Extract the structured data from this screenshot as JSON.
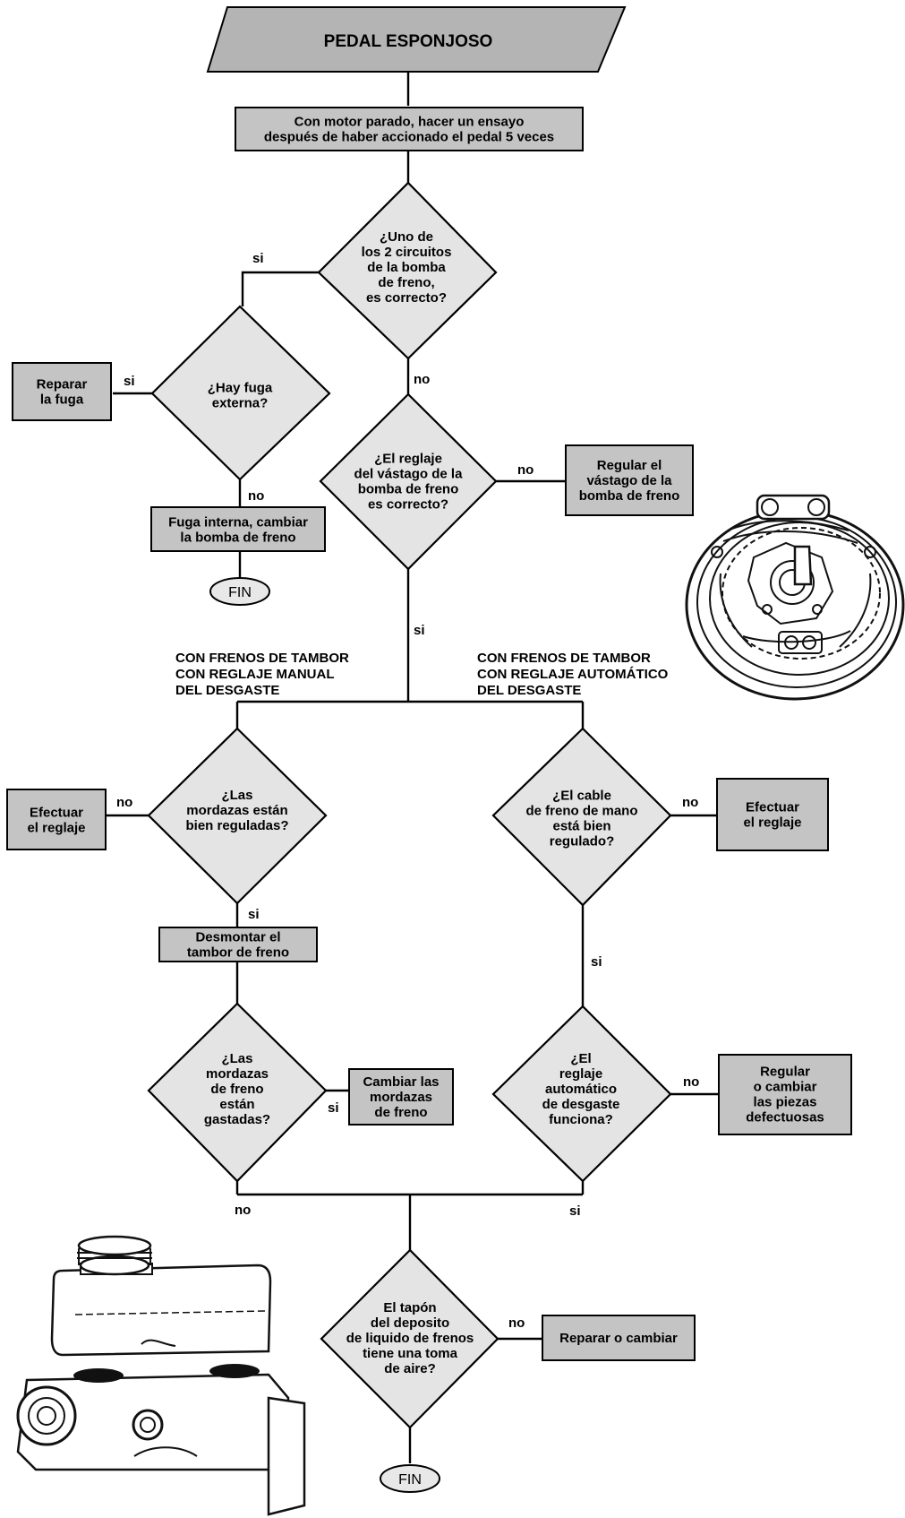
{
  "title": "PEDAL ESPONJOSO",
  "nodes": {
    "engine_test": [
      "Con motor parado, hacer un ensayo",
      "después de haber accionado el pedal 5 veces"
    ],
    "one_circuit": [
      "¿Uno de",
      "los 2 circuitos",
      "de la bomba",
      "de freno,",
      "es correcto?"
    ],
    "external_leak": [
      "¿Hay fuga",
      "externa?"
    ],
    "repair_leak": [
      "Reparar",
      "la fuga"
    ],
    "internal_leak": [
      "Fuga interna, cambiar",
      "la bomba de freno"
    ],
    "fin1": "FIN",
    "rod_adjust": [
      "¿El reglaje",
      "del vástago de la",
      "bomba de freno",
      "es correcto?"
    ],
    "adjust_rod": [
      "Regular el",
      "vástago de la",
      "bomba de freno"
    ],
    "shoes_adjusted": [
      "¿Las",
      "mordazas están",
      "bien reguladas?"
    ],
    "do_adjust_left": [
      "Efectuar",
      "el reglaje"
    ],
    "remove_drum": [
      "Desmontar el",
      "tambor de freno"
    ],
    "shoes_worn": [
      "¿Las",
      "mordazas",
      "de freno",
      "están",
      "gastadas?"
    ],
    "replace_shoes": [
      "Cambiar las",
      "mordazas",
      "de freno"
    ],
    "handbrake_cable": [
      "¿El cable",
      "de freno de mano",
      "está bien",
      "regulado?"
    ],
    "do_adjust_right": [
      "Efectuar",
      "el reglaje"
    ],
    "auto_adjust": [
      "¿El",
      "reglaje",
      "automático",
      "de desgaste",
      "funciona?"
    ],
    "adjust_parts": [
      "Regular",
      "o cambiar",
      "las piezas",
      "defectuosas"
    ],
    "reservoir_cap": [
      "El tapón",
      "del deposito",
      "de liquido de frenos",
      "tiene una toma",
      "de aire?"
    ],
    "repair_replace": "Reparar o cambiar",
    "fin2": "FIN"
  },
  "sections": {
    "manual": [
      "CON FRENOS DE TAMBOR",
      "CON REGLAJE MANUAL",
      "DEL DESGASTE"
    ],
    "automatic": [
      "CON FRENOS DE TAMBOR",
      "CON REGLAJE AUTOMÁTICO",
      "DEL DESGASTE"
    ]
  },
  "branches": {
    "one_circuit_yes": "si",
    "one_circuit_no": "no",
    "external_leak_yes": "si",
    "external_leak_no": "no",
    "rod_no": "no",
    "rod_yes": "si",
    "shoes_adjusted_no": "no",
    "shoes_adjusted_yes": "si",
    "shoes_worn_yes": "si",
    "shoes_worn_no": "no",
    "handbrake_no": "no",
    "handbrake_yes": "si",
    "auto_adjust_no": "no",
    "auto_adjust_yes": "si",
    "cap_no": "no"
  },
  "colors": {
    "box_fill": "#c4c4c4",
    "diamond_fill": "#e4e4e4",
    "title_fill": "#b4b4b4",
    "line": "#000000"
  },
  "illustrations": [
    "drum-brake-illustration",
    "master-cylinder-illustration"
  ]
}
